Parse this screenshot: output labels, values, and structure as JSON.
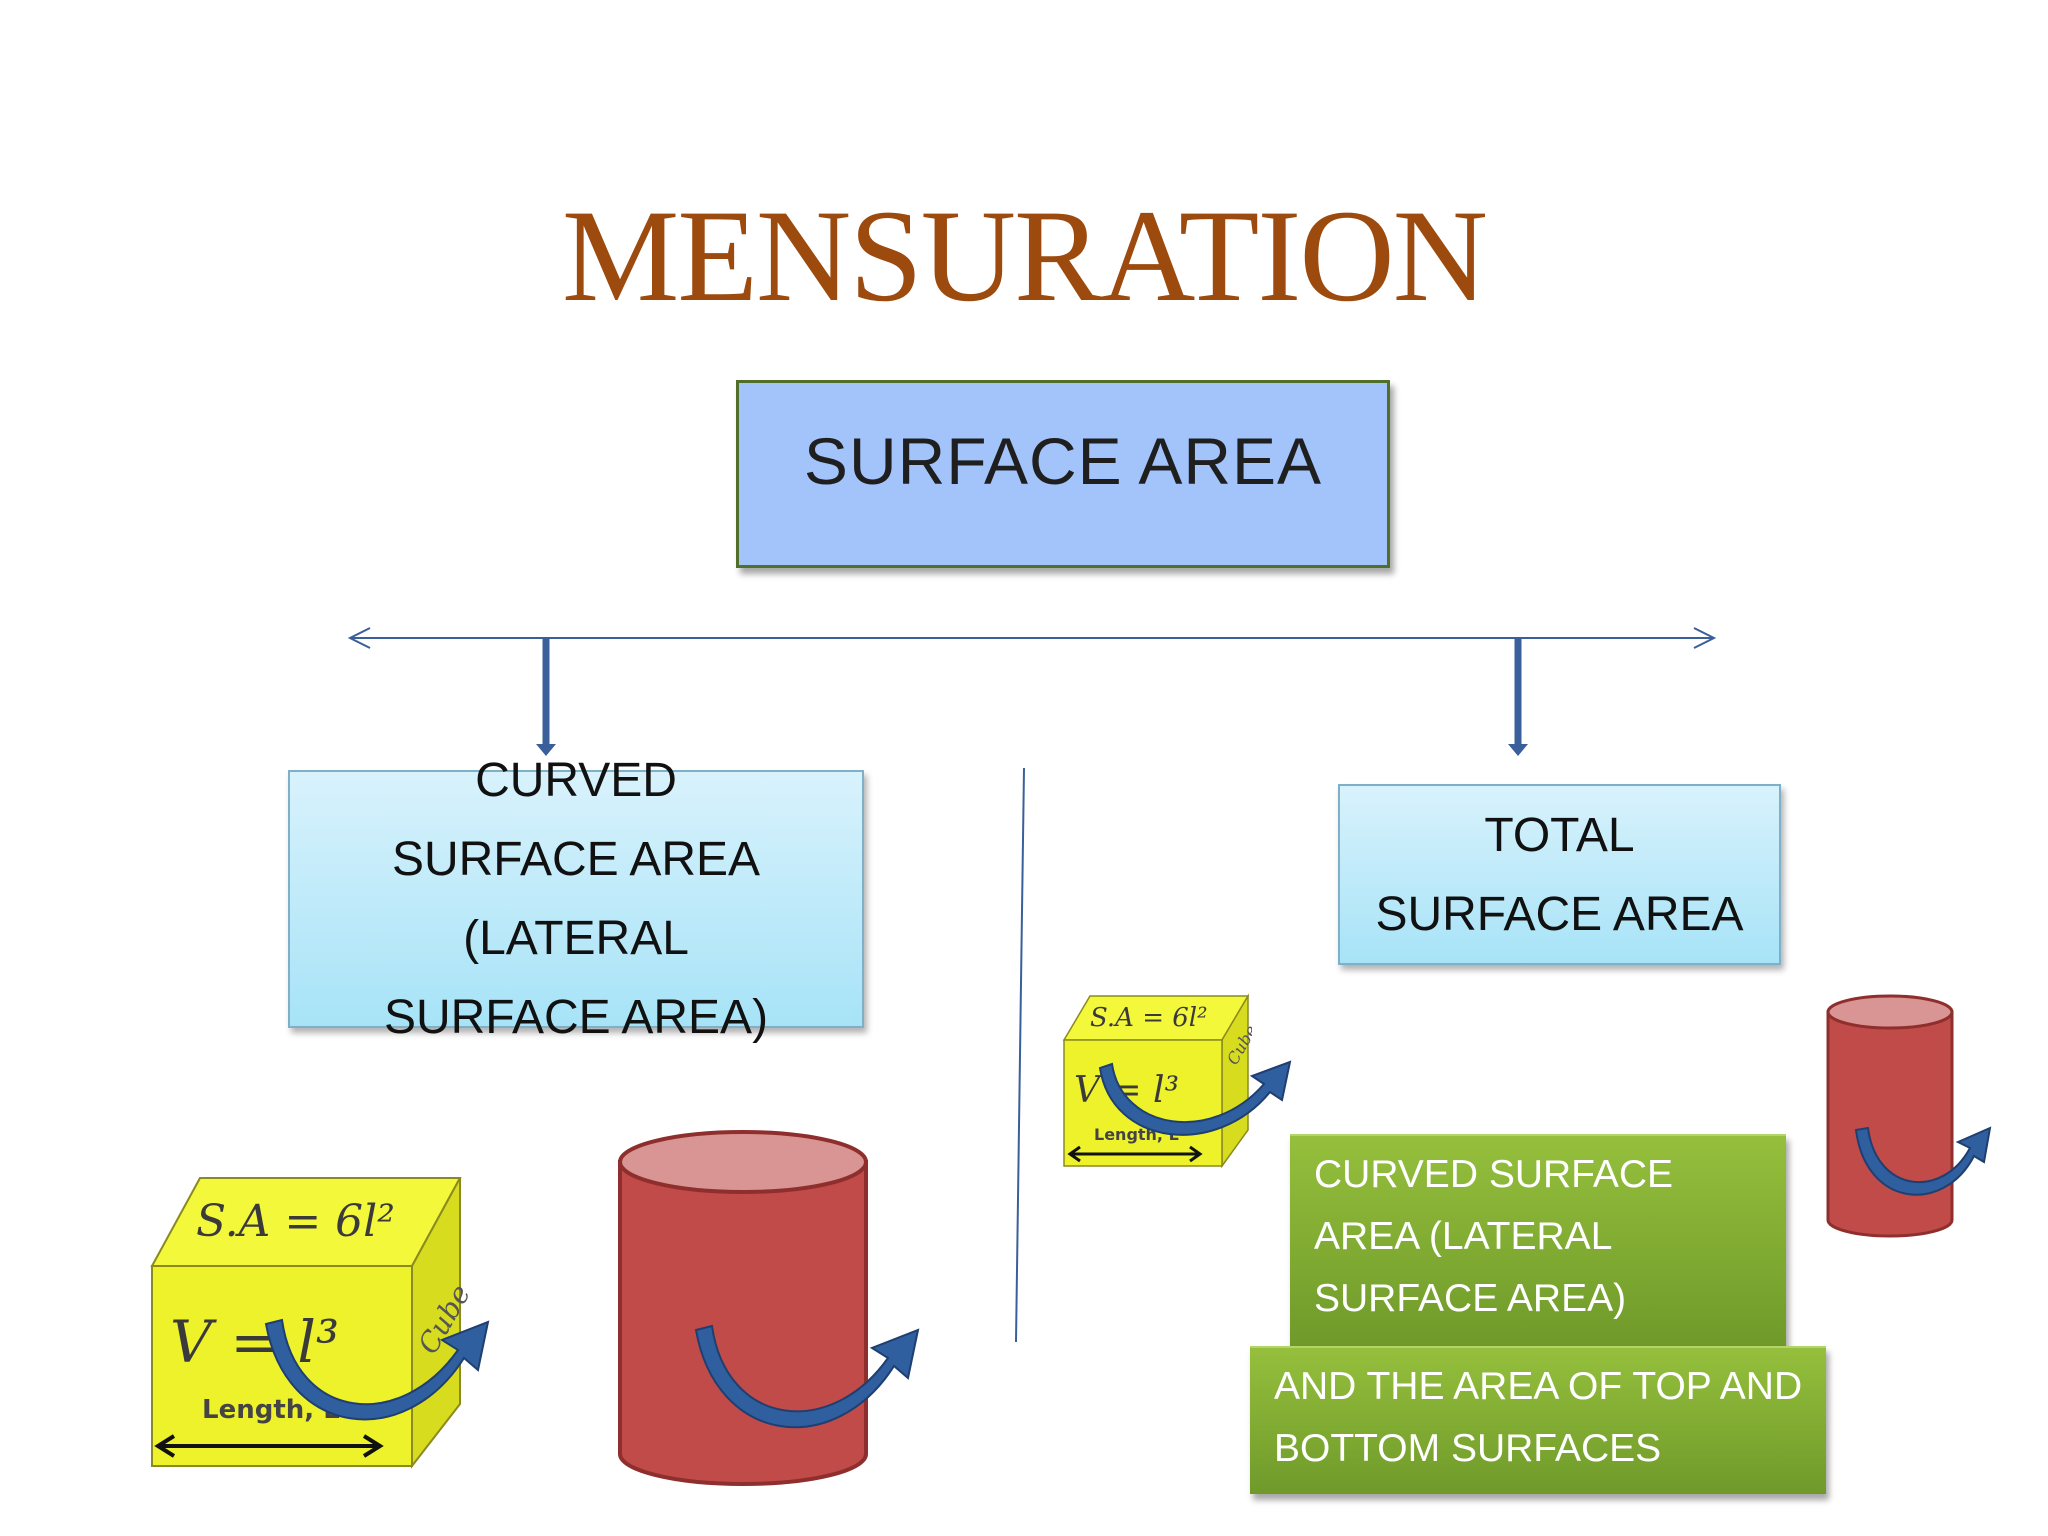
{
  "title": "MENSURATION",
  "root": {
    "label": "SURFACE AREA"
  },
  "branches": {
    "left": {
      "label": "CURVED SURFACE AREA (LATERAL SURFACE AREA)"
    },
    "right": {
      "label": "TOTAL SURFACE AREA"
    }
  },
  "right_detail": {
    "curved": "CURVED SURFACE AREA (LATERAL SURFACE AREA)",
    "plus": "AND THE AREA OF TOP AND BOTTOM SURFACES"
  },
  "cube": {
    "formula_sa": "S.A = 6l²",
    "formula_v": "V = l³",
    "side_label": "Cube",
    "length_label": "Length, L"
  },
  "colors": {
    "title": "#9c4a0e",
    "root_fill": "#a2c4fb",
    "branch_fill": "#a7e3f7",
    "green": "#7faa32",
    "connector": "#3a5f9a",
    "cylinder": "#c04b49",
    "cube": "#f2f52a",
    "arrow": "#2f5f9e"
  },
  "icons": [
    "cube-icon",
    "cylinder-icon",
    "curved-arrow-icon"
  ]
}
